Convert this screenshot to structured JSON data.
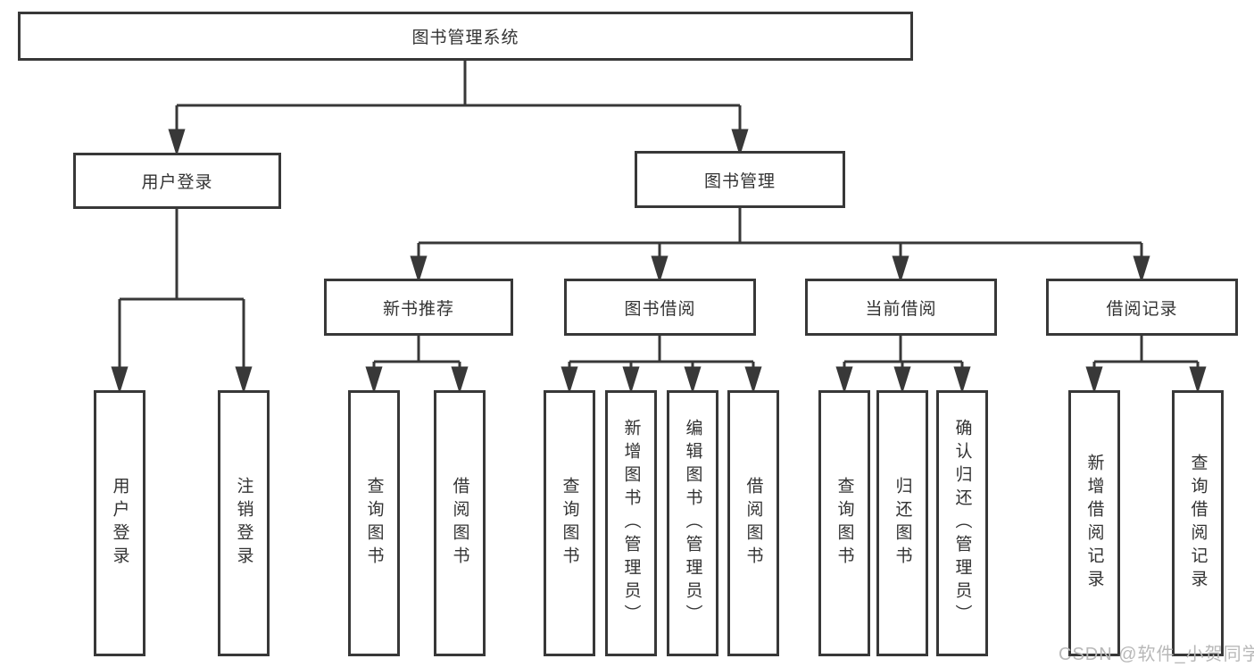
{
  "diagram": {
    "type": "hierarchy-tree",
    "colors": {
      "line": "#383838",
      "box_border": "#383838",
      "text": "#333333",
      "background": "#ffffff",
      "watermark": "#b8b8b8"
    },
    "watermark": "CSDN @软件_小贺同学",
    "nodes": {
      "root": "图书管理系统",
      "user_login": "用户登录",
      "book_mgmt": "图书管理",
      "leaf_user_login": "用户登录",
      "leaf_logout": "注销登录",
      "new_book_rec": "新书推荐",
      "book_borrow": "图书借阅",
      "current_borrow": "当前借阅",
      "borrow_records": "借阅记录",
      "nbr_query": "查询图书",
      "nbr_borrow": "借阅图书",
      "bb_query": "查询图书",
      "bb_add": "新增图书（管理员）",
      "bb_edit": "编辑图书（管理员）",
      "bb_borrow": "借阅图书",
      "cb_query": "查询图书",
      "cb_return": "归还图书",
      "cb_confirm": "确认归还（管理员）",
      "br_add": "新增借阅记录",
      "br_query": "查询借阅记录"
    },
    "hierarchy": {
      "图书管理系统": {
        "用户登录": [
          "用户登录",
          "注销登录"
        ],
        "图书管理": {
          "新书推荐": [
            "查询图书",
            "借阅图书"
          ],
          "图书借阅": [
            "查询图书",
            "新增图书（管理员）",
            "编辑图书（管理员）",
            "借阅图书"
          ],
          "当前借阅": [
            "查询图书",
            "归还图书",
            "确认归还（管理员）"
          ],
          "借阅记录": [
            "新增借阅记录",
            "查询借阅记录"
          ]
        }
      }
    }
  }
}
